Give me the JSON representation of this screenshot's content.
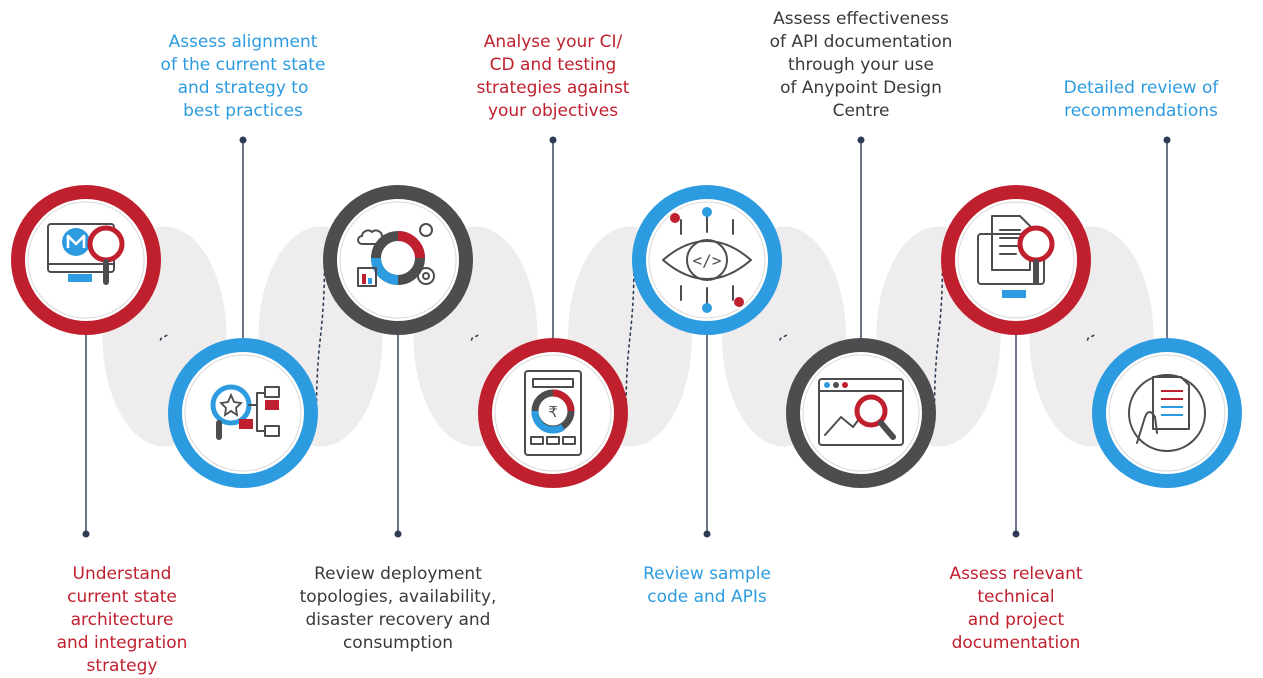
{
  "colors": {
    "red": "#c0202e",
    "blue": "#2d9be0",
    "gray": "#4d4d4f",
    "soft": "#e8e6e6"
  },
  "steps": [
    {
      "label": "Understand\ncurrent state\narchitecture\nand integration\nstrategy",
      "ring": "red",
      "label_pos": "bottom",
      "icon": "mulesoft-monitor-search-icon"
    },
    {
      "label": "Assess alignment\nof the current state\nand strategy to\nbest practices",
      "ring": "blue",
      "label_pos": "top",
      "icon": "search-star-flowchart-icon"
    },
    {
      "label": "Review deployment\ntopologies, availability,\ndisaster recovery and\nconsumption",
      "ring": "gray",
      "label_pos": "bottom",
      "icon": "analytics-donut-gear-icon"
    },
    {
      "label": "Analyse your CI/\nCD and testing\nstrategies against\nyour objectives",
      "ring": "red",
      "label_pos": "top",
      "icon": "rupee-report-icon"
    },
    {
      "label": "Review sample\ncode and APIs",
      "ring": "blue",
      "label_pos": "bottom",
      "icon": "eye-code-icon"
    },
    {
      "label": "Assess effectiveness\nof API documentation\nthrough your use\nof Anypoint Design\nCentre",
      "ring": "gray",
      "label_pos": "top",
      "icon": "browser-trend-search-icon"
    },
    {
      "label": "Assess relevant\ntechnical\nand project\ndocumentation",
      "ring": "red",
      "label_pos": "bottom",
      "icon": "document-monitor-search-icon"
    },
    {
      "label": "Detailed review of\nrecommendations",
      "ring": "blue",
      "label_pos": "top",
      "icon": "hand-document-icon"
    }
  ]
}
